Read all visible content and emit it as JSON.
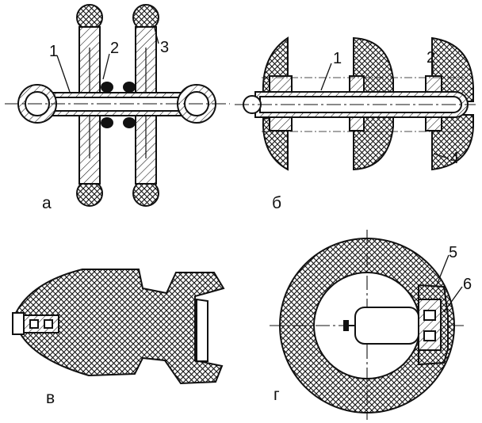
{
  "figure": {
    "panels": [
      {
        "id": "a",
        "label": "а",
        "callouts": [
          "1",
          "2",
          "3"
        ]
      },
      {
        "id": "b",
        "label": "б",
        "callouts": [
          "1",
          "2",
          "4"
        ]
      },
      {
        "id": "v",
        "label": "в",
        "callouts": []
      },
      {
        "id": "g",
        "label": "г",
        "callouts": [
          "5",
          "6"
        ]
      }
    ]
  },
  "colors": {
    "ink": "#111111",
    "paper": "#ffffff"
  }
}
